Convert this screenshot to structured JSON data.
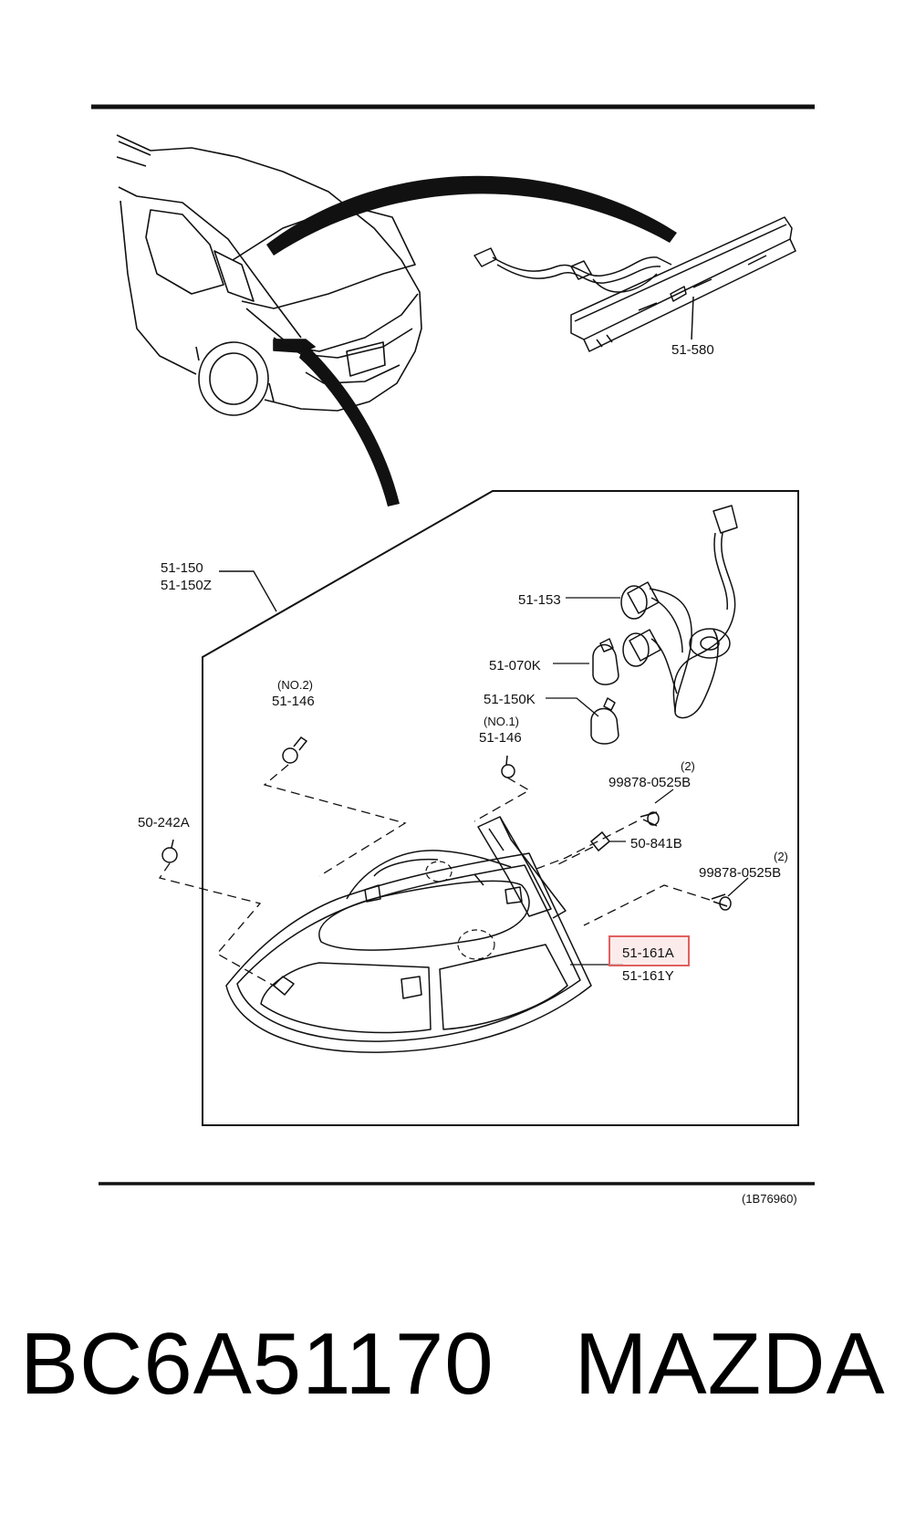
{
  "callouts": {
    "lamp_assembly": [
      "51-150",
      "51-150Z"
    ],
    "high_mount": "51-580",
    "socket_a": "51-153",
    "bulb_a": "51-070K",
    "bulb_b": "51-150K",
    "screw_no2_qty": "(NO.2)",
    "screw_no2": "51-146",
    "screw_no1_qty": "(NO.1)",
    "screw_no1": "51-146",
    "bolt_upper_qty": "(2)",
    "bolt_upper": "99878-0525B",
    "clip": "50-841B",
    "bolt_lower_qty": "(2)",
    "bolt_lower": "99878-0525B",
    "nut_left": "50-242A",
    "lens_highlighted": "51-161A",
    "lens_alt": "51-161Y"
  },
  "figure_code": "(1B76960)",
  "caption": {
    "part_number": "BC6A51170",
    "brand": "MAZDA"
  },
  "colors": {
    "highlight_stroke": "#e06060",
    "highlight_fill": "#fbe3e3",
    "line": "#111111"
  }
}
